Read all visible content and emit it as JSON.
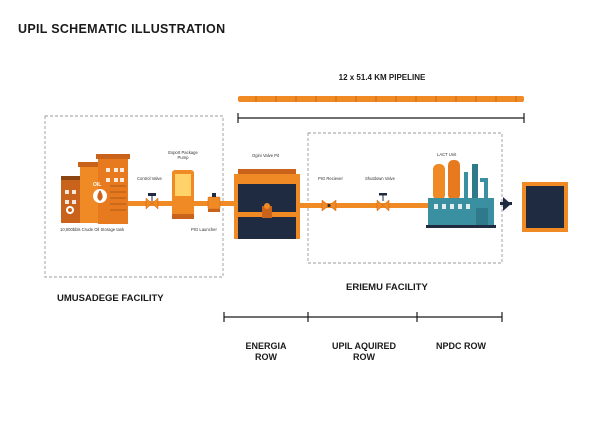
{
  "title": "UPIL SCHEMATIC ILLUSTRATION",
  "pipeline": {
    "label": "12 x 51.4 KM PIPELINE"
  },
  "components": {
    "storage_tank": {
      "label": "10,000bbls Crude Oil Storage tank",
      "tank_text": "OIL"
    },
    "control_valve": {
      "label": "Control Valve"
    },
    "export_pump": {
      "label_line1": "Export Package",
      "label_line2": "Pump"
    },
    "pig_launcher": {
      "label": "PIG Launcher"
    },
    "ogini_valve_pit": {
      "label": "Ogini Valve Pit"
    },
    "pig_receiver": {
      "label": "PIG Reciever"
    },
    "shutdown_valve": {
      "label": "Shutdown Valve"
    },
    "lact_unit": {
      "label": "LACT Unit"
    }
  },
  "facilities": {
    "umusadege": "UMUSADEGE FACILITY",
    "eriemu": "ERIEMU FACILITY"
  },
  "rows": [
    {
      "line1": "ENERGIA",
      "line2": "ROW"
    },
    {
      "line1": "UPIL AQUIRED",
      "line2": "ROW"
    },
    {
      "line1": "NPDC ROW",
      "line2": ""
    }
  ],
  "colors": {
    "orange": "#F08A24",
    "dark_orange": "#C9621A",
    "navy": "#1F2B40",
    "teal": "#3A8FA0",
    "dashed_border": "#9a9a9a"
  }
}
